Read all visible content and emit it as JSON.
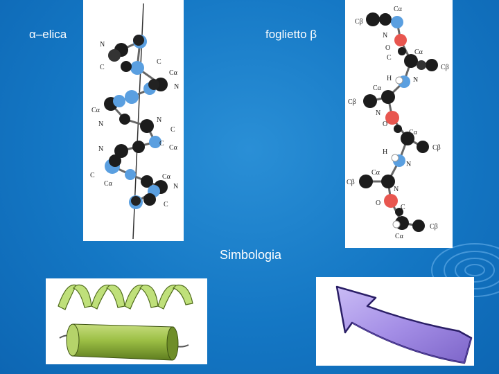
{
  "labels": {
    "alpha_helix": "α–elica",
    "beta_sheet": "foglietto β",
    "symbology": "Simbologia"
  },
  "atom_labels": {
    "n": "N",
    "c": "C",
    "ca": "Cα",
    "cb": "Cβ",
    "o": "O",
    "h": "H"
  },
  "colors": {
    "background": "#1477c4",
    "carbon": "#1c1c1c",
    "nitrogen": "#5a9fe0",
    "oxygen": "#e8564f",
    "helix_ribbon": "#bfe07a",
    "cylinder": "#8fb43a",
    "arrow": "#a48ee6"
  }
}
